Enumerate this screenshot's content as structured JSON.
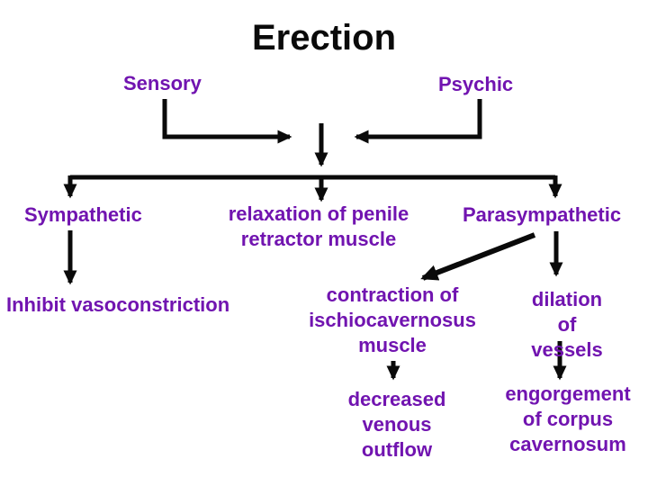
{
  "slide_title": "Erection",
  "colors": {
    "text_purple": "#7114B0",
    "line_black": "#0A0A0A",
    "background": "#FFFFFF"
  },
  "nodes": {
    "sensory": {
      "label": "Sensory"
    },
    "psychic": {
      "label": "Psychic"
    },
    "sympathetic": {
      "label": "Sympathetic"
    },
    "relaxation": {
      "label": "relaxation of penile\nretractor muscle"
    },
    "parasympathetic": {
      "label": "Parasympathetic"
    },
    "inhibit_vasoconstriction": {
      "label": "Inhibit vasoconstriction"
    },
    "contraction": {
      "label": "contraction of\nischiocavernosus\nmuscle"
    },
    "dilation": {
      "label": "dilation of\nvessels"
    },
    "decreased_outflow": {
      "label": "decreased\nvenous\noutflow"
    },
    "engorgement": {
      "label": "engorgement\nof corpus\ncavernosum"
    }
  },
  "edges": [
    {
      "from": "sensory",
      "to": "central-merge"
    },
    {
      "from": "psychic",
      "to": "central-merge"
    },
    {
      "from": "central-merge",
      "to": "branch-line"
    },
    {
      "from": "branch-line",
      "to": "sympathetic"
    },
    {
      "from": "branch-line",
      "to": "relaxation"
    },
    {
      "from": "branch-line",
      "to": "parasympathetic"
    },
    {
      "from": "sympathetic",
      "to": "inhibit_vasoconstriction"
    },
    {
      "from": "parasympathetic",
      "to": "contraction"
    },
    {
      "from": "parasympathetic",
      "to": "dilation"
    },
    {
      "from": "contraction",
      "to": "decreased_outflow"
    },
    {
      "from": "dilation",
      "to": "engorgement"
    }
  ]
}
